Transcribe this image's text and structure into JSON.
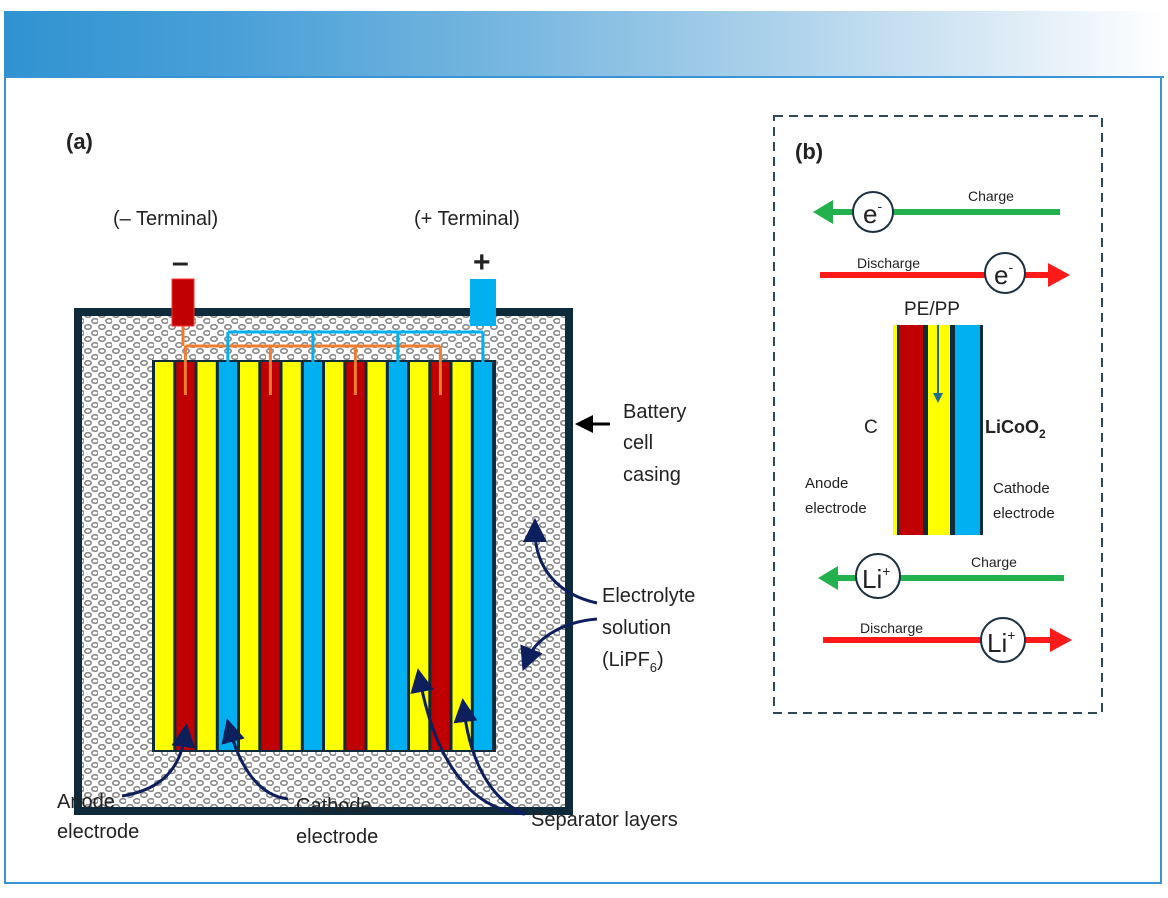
{
  "panel_a": {
    "label": "(a)",
    "neg_terminal_label": "(– Terminal)",
    "pos_terminal_label": "(+ Terminal)",
    "neg_sign": "–",
    "pos_sign": "+",
    "casing_label": [
      "Battery",
      "cell",
      "casing"
    ],
    "electrolyte_label": [
      "Electrolyte",
      "solution"
    ],
    "electrolyte_formula": {
      "base": "(LiPF",
      "sub": "6",
      "tail": ")"
    },
    "anode_label": [
      "Anode",
      "electrode"
    ],
    "cathode_label": [
      "Cathode",
      "electrode"
    ],
    "separator_label": "Separator layers",
    "strip_sequence": [
      "sep",
      "anode",
      "sep",
      "cathode",
      "sep",
      "anode",
      "sep",
      "cathode",
      "sep",
      "anode",
      "sep",
      "cathode",
      "sep",
      "anode",
      "sep",
      "cathode"
    ]
  },
  "panel_b": {
    "label": "(b)",
    "electron_symbol": "e",
    "electron_sup": "-",
    "ion_symbol": "Li",
    "ion_sup": "+",
    "charge_label": "Charge",
    "discharge_label": "Discharge",
    "separator_label": "PE/PP",
    "anode_material": "C",
    "cathode_material": {
      "base": "LiCoO",
      "sub": "2"
    },
    "anode_label": [
      "Anode",
      "electrode"
    ],
    "cathode_label": [
      "Cathode",
      "electrode"
    ]
  },
  "colors": {
    "separator": "#ffff00",
    "anode": "#c00000",
    "cathode": "#00b0f0",
    "casing": "#0f2a3a",
    "neg_wire": "#ed7d31",
    "pos_wire": "#00b0f0",
    "charge_arrow": "#22b14c",
    "discharge_arrow": "#ff1a1a",
    "callout_arrow": "#0d1f5c",
    "banner_start": "#2f93d1",
    "frame": "#3a93d2"
  }
}
